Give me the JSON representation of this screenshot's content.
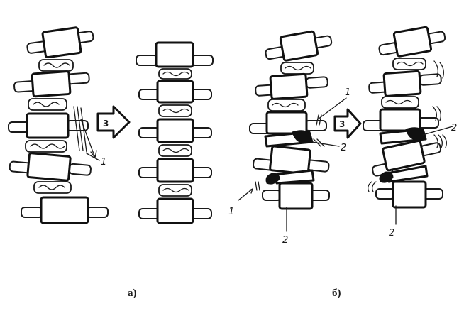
{
  "captions": {
    "a": "а)",
    "b": "б)"
  },
  "arrows": {
    "a": "3",
    "b": "3"
  },
  "labels": {
    "a_1": "1",
    "b_1_top": "1",
    "b_1_bottom": "1",
    "b_2_mid": "2",
    "b_2_bottom": "2",
    "b_right_2_mid": "2",
    "b_right_2_bottom": "2"
  },
  "ink_color": "#1a1a1a"
}
